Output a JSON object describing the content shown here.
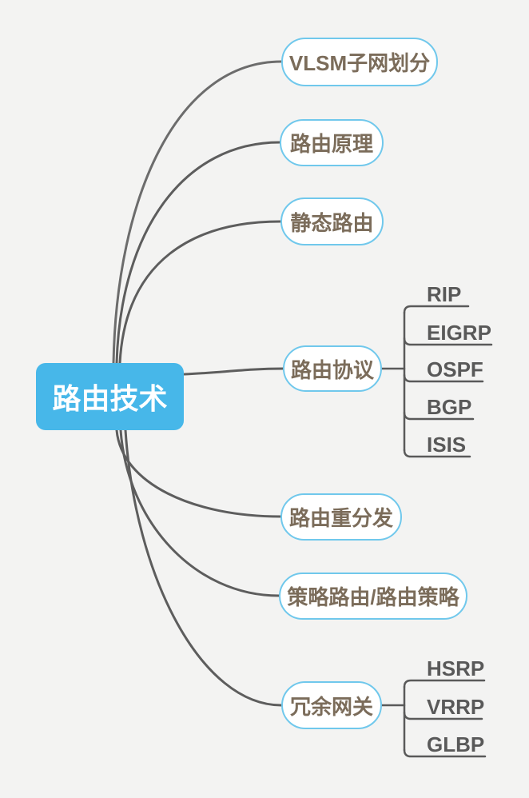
{
  "colors": {
    "background": "#f3f3f2",
    "root_fill": "#47b7e9",
    "root_text": "#ffffff",
    "branch_border": "#70c8ec",
    "branch_fill": "#ffffff",
    "branch_text": "#7b6c5a",
    "leaf_text": "#595959",
    "edge_line": "#5d5d5d"
  },
  "mindmap": {
    "root": {
      "label": "路由技术"
    },
    "branches": [
      {
        "id": "vlsm",
        "label": "VLSM子网划分",
        "children": []
      },
      {
        "id": "principle",
        "label": "路由原理",
        "children": []
      },
      {
        "id": "static",
        "label": "静态路由",
        "children": []
      },
      {
        "id": "protocol",
        "label": "路由协议",
        "children": [
          {
            "label": "RIP"
          },
          {
            "label": "EIGRP"
          },
          {
            "label": "OSPF"
          },
          {
            "label": "BGP"
          },
          {
            "label": "ISIS"
          }
        ]
      },
      {
        "id": "redistribution",
        "label": "路由重分发",
        "children": []
      },
      {
        "id": "policy",
        "label": "策略路由/路由策略",
        "children": []
      },
      {
        "id": "gateway",
        "label": "冗余网关",
        "children": [
          {
            "label": "HSRP"
          },
          {
            "label": "VRRP"
          },
          {
            "label": "GLBP"
          }
        ]
      }
    ]
  }
}
